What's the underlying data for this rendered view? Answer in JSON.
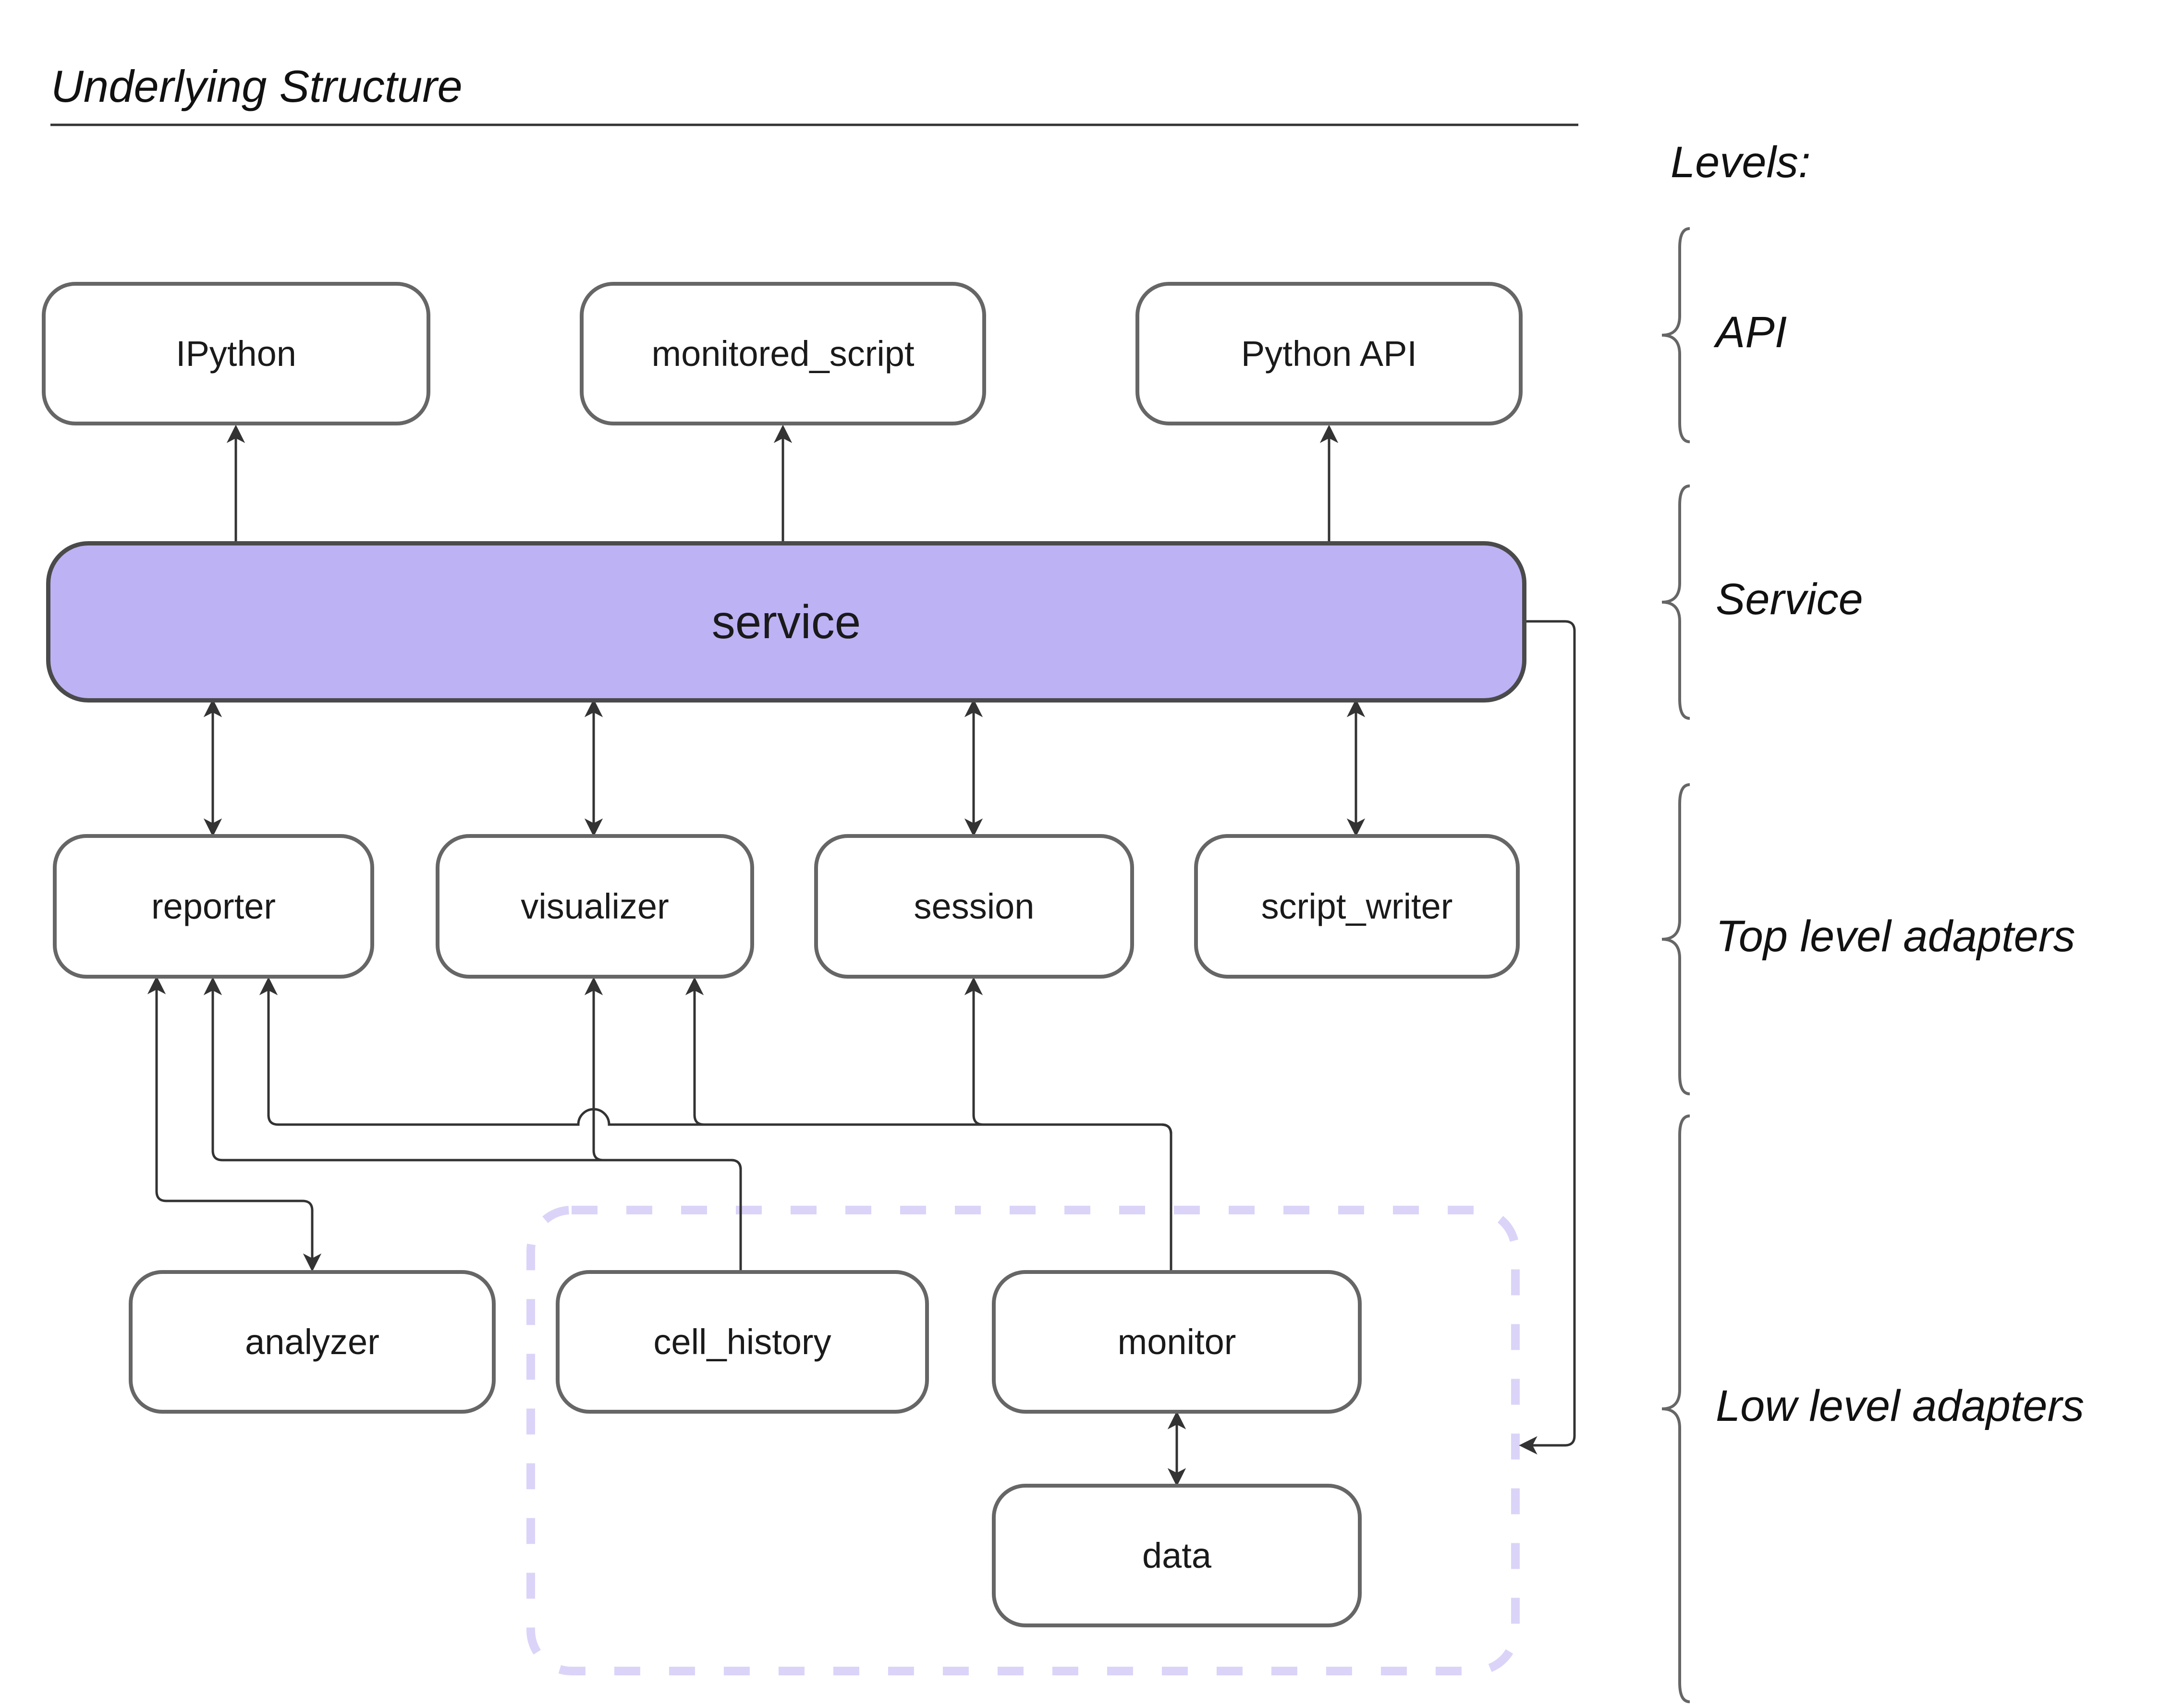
{
  "title": "Underlying Structure",
  "legend": {
    "heading": "Levels:",
    "levels": [
      {
        "label": "API"
      },
      {
        "label": "Service"
      },
      {
        "label": "Top level adapters"
      },
      {
        "label": "Low level adapters"
      }
    ]
  },
  "nodes": {
    "ipython": {
      "label": "IPython"
    },
    "monitored_script": {
      "label": "monitored_script"
    },
    "python_api": {
      "label": "Python API"
    },
    "service": {
      "label": "service"
    },
    "reporter": {
      "label": "reporter"
    },
    "visualizer": {
      "label": "visualizer"
    },
    "session": {
      "label": "session"
    },
    "script_writer": {
      "label": "script_writer"
    },
    "analyzer": {
      "label": "analyzer"
    },
    "cell_history": {
      "label": "cell_history"
    },
    "monitor": {
      "label": "monitor"
    },
    "data": {
      "label": "data"
    }
  },
  "edges": [
    {
      "from": "service",
      "to": "IPython",
      "type": "arrow"
    },
    {
      "from": "service",
      "to": "monitored_script",
      "type": "arrow"
    },
    {
      "from": "service",
      "to": "Python API",
      "type": "arrow"
    },
    {
      "from": "service",
      "to": "reporter",
      "type": "double-arrow"
    },
    {
      "from": "service",
      "to": "visualizer",
      "type": "double-arrow"
    },
    {
      "from": "service",
      "to": "session",
      "type": "double-arrow"
    },
    {
      "from": "service",
      "to": "script_writer",
      "type": "double-arrow"
    },
    {
      "from": "reporter",
      "to": "analyzer",
      "type": "double-arrow"
    },
    {
      "from": "cell_history",
      "to": "reporter",
      "type": "arrow"
    },
    {
      "from": "cell_history",
      "to": "visualizer",
      "type": "arrow"
    },
    {
      "from": "monitor",
      "to": "reporter",
      "type": "arrow"
    },
    {
      "from": "monitor",
      "to": "visualizer",
      "type": "arrow"
    },
    {
      "from": "monitor",
      "to": "session",
      "type": "arrow"
    },
    {
      "from": "monitor",
      "to": "data",
      "type": "double-arrow"
    },
    {
      "from": "service",
      "to": "low-level-adapters-group",
      "type": "arrow"
    }
  ],
  "colors": {
    "service_fill": "#BCB2F4",
    "subgraph_dash": "#DBD4F8",
    "edge": "#333333",
    "node_border": "#666666",
    "text": "#1A1A1A"
  }
}
